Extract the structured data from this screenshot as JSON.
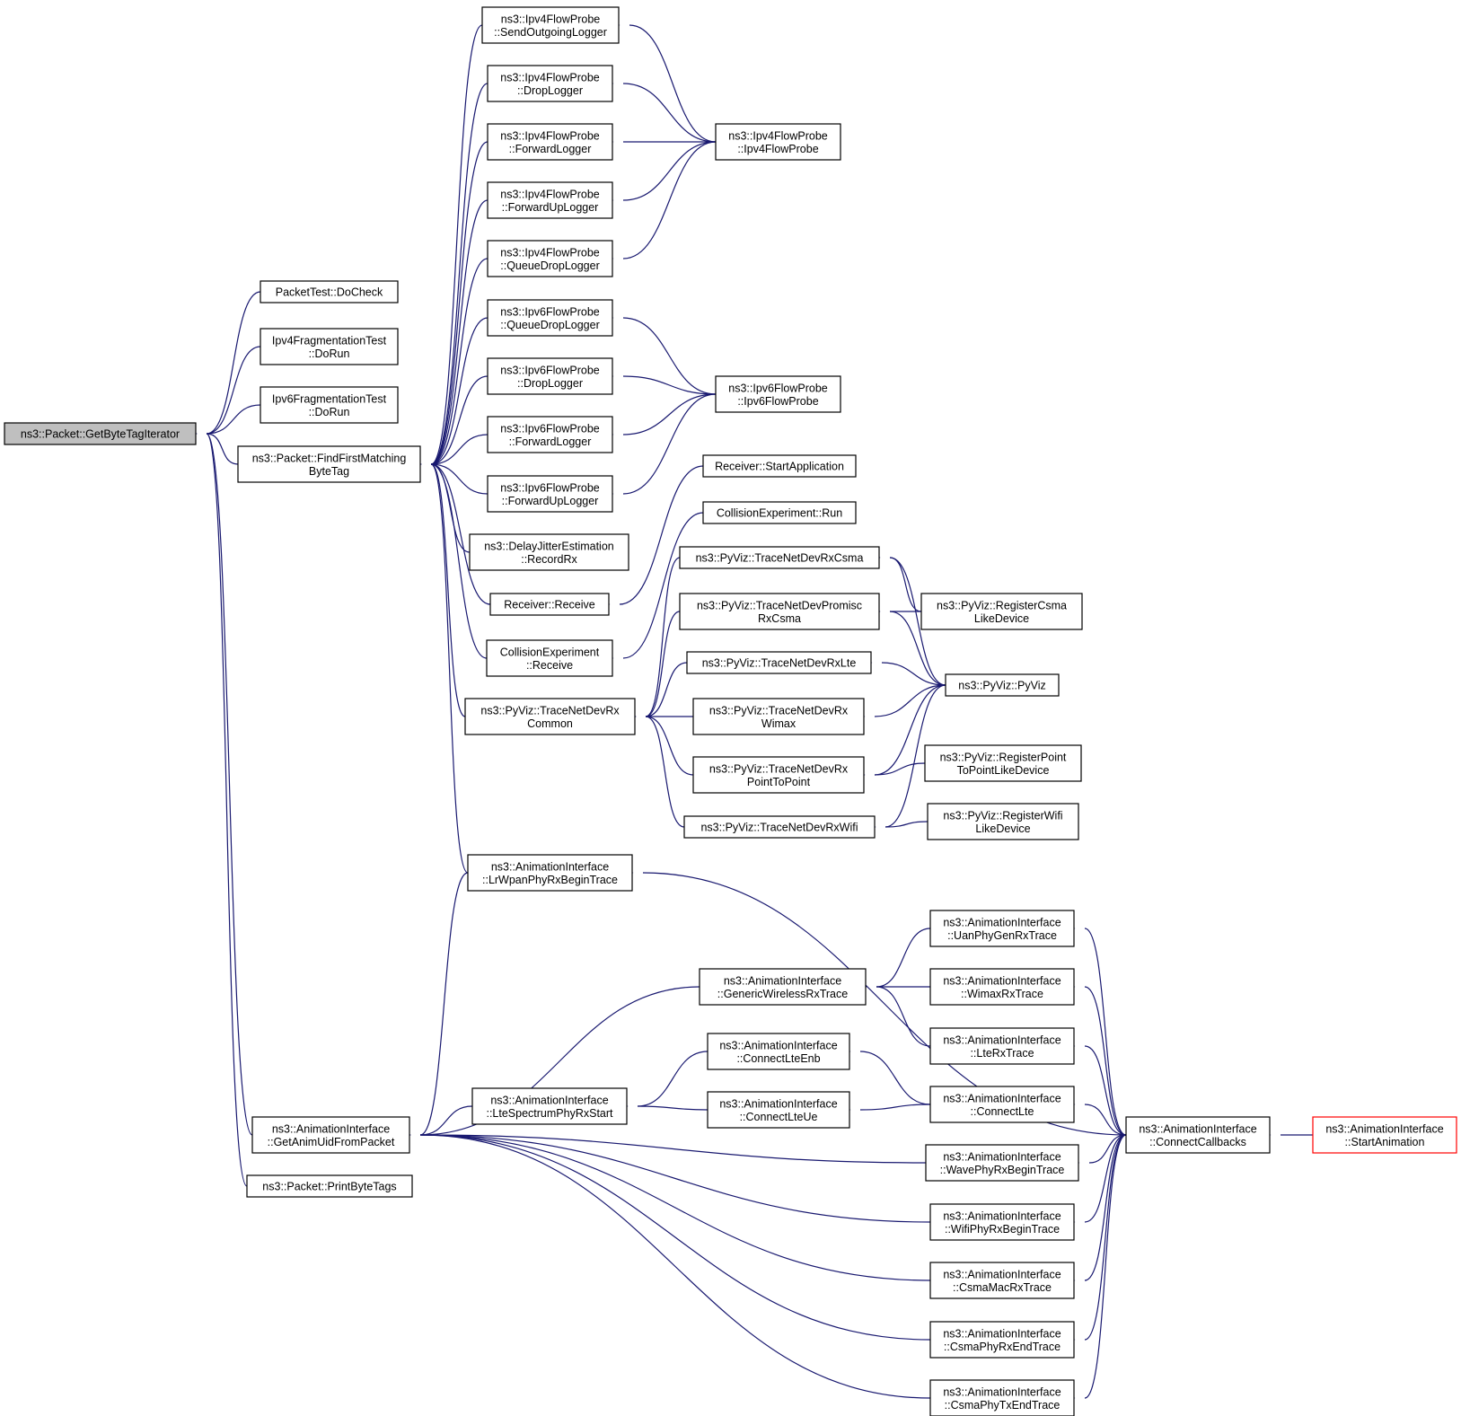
{
  "graph": {
    "nodes": [
      {
        "id": "root",
        "lines": [
          "ns3::Packet::GetByteTagIterator"
        ],
        "style": "root"
      },
      {
        "id": "pt_docheck",
        "lines": [
          "PacketTest::DoCheck"
        ]
      },
      {
        "id": "ipv4frag",
        "lines": [
          "Ipv4FragmentationTest",
          "::DoRun"
        ]
      },
      {
        "id": "ipv6frag",
        "lines": [
          "Ipv6FragmentationTest",
          "::DoRun"
        ]
      },
      {
        "id": "ffmbt",
        "lines": [
          "ns3::Packet::FindFirstMatching",
          "ByteTag"
        ]
      },
      {
        "id": "getanimuid",
        "lines": [
          "ns3::AnimationInterface",
          "::GetAnimUidFromPacket"
        ]
      },
      {
        "id": "printbytetags",
        "lines": [
          "ns3::Packet::PrintByteTags"
        ]
      },
      {
        "id": "v4_sendout",
        "lines": [
          "ns3::Ipv4FlowProbe",
          "::SendOutgoingLogger"
        ]
      },
      {
        "id": "v4_drop",
        "lines": [
          "ns3::Ipv4FlowProbe",
          "::DropLogger"
        ]
      },
      {
        "id": "v4_fwd",
        "lines": [
          "ns3::Ipv4FlowProbe",
          "::ForwardLogger"
        ]
      },
      {
        "id": "v4_fwdup",
        "lines": [
          "ns3::Ipv4FlowProbe",
          "::ForwardUpLogger"
        ]
      },
      {
        "id": "v4_qdrop",
        "lines": [
          "ns3::Ipv4FlowProbe",
          "::QueueDropLogger"
        ]
      },
      {
        "id": "v6_qdrop",
        "lines": [
          "ns3::Ipv6FlowProbe",
          "::QueueDropLogger"
        ]
      },
      {
        "id": "v6_drop",
        "lines": [
          "ns3::Ipv6FlowProbe",
          "::DropLogger"
        ]
      },
      {
        "id": "v6_fwd",
        "lines": [
          "ns3::Ipv6FlowProbe",
          "::ForwardLogger"
        ]
      },
      {
        "id": "v6_fwdup",
        "lines": [
          "ns3::Ipv6FlowProbe",
          "::ForwardUpLogger"
        ]
      },
      {
        "id": "delayjitter",
        "lines": [
          "ns3::DelayJitterEstimation",
          "::RecordRx"
        ]
      },
      {
        "id": "recv_receive",
        "lines": [
          "Receiver::Receive"
        ]
      },
      {
        "id": "coll_receive",
        "lines": [
          "CollisionExperiment",
          "::Receive"
        ]
      },
      {
        "id": "pyviz_common",
        "lines": [
          "ns3::PyViz::TraceNetDevRx",
          "Common"
        ]
      },
      {
        "id": "lrwpan",
        "lines": [
          "ns3::AnimationInterface",
          "::LrWpanPhyRxBeginTrace"
        ]
      },
      {
        "id": "ltespectrum",
        "lines": [
          "ns3::AnimationInterface",
          "::LteSpectrumPhyRxStart"
        ]
      },
      {
        "id": "v4_ctor",
        "lines": [
          "ns3::Ipv4FlowProbe",
          "::Ipv4FlowProbe"
        ]
      },
      {
        "id": "v6_ctor",
        "lines": [
          "ns3::Ipv6FlowProbe",
          "::Ipv6FlowProbe"
        ]
      },
      {
        "id": "recv_start",
        "lines": [
          "Receiver::StartApplication"
        ]
      },
      {
        "id": "coll_run",
        "lines": [
          "CollisionExperiment::Run"
        ]
      },
      {
        "id": "rx_csma",
        "lines": [
          "ns3::PyViz::TraceNetDevRxCsma"
        ]
      },
      {
        "id": "rx_promisc",
        "lines": [
          "ns3::PyViz::TraceNetDevPromisc",
          "RxCsma"
        ]
      },
      {
        "id": "rx_lte",
        "lines": [
          "ns3::PyViz::TraceNetDevRxLte"
        ]
      },
      {
        "id": "rx_wimax",
        "lines": [
          "ns3::PyViz::TraceNetDevRx",
          "Wimax"
        ]
      },
      {
        "id": "rx_p2p",
        "lines": [
          "ns3::PyViz::TraceNetDevRx",
          "PointToPoint"
        ]
      },
      {
        "id": "rx_wifi",
        "lines": [
          "ns3::PyViz::TraceNetDevRxWifi"
        ]
      },
      {
        "id": "reg_csma",
        "lines": [
          "ns3::PyViz::RegisterCsma",
          "LikeDevice"
        ]
      },
      {
        "id": "pyviz_ctor",
        "lines": [
          "ns3::PyViz::PyViz"
        ]
      },
      {
        "id": "reg_p2p",
        "lines": [
          "ns3::PyViz::RegisterPoint",
          "ToPointLikeDevice"
        ]
      },
      {
        "id": "reg_wifi",
        "lines": [
          "ns3::PyViz::RegisterWifi",
          "LikeDevice"
        ]
      },
      {
        "id": "genwireless",
        "lines": [
          "ns3::AnimationInterface",
          "::GenericWirelessRxTrace"
        ]
      },
      {
        "id": "connlteenb",
        "lines": [
          "ns3::AnimationInterface",
          "::ConnectLteEnb"
        ]
      },
      {
        "id": "connlteue",
        "lines": [
          "ns3::AnimationInterface",
          "::ConnectLteUe"
        ]
      },
      {
        "id": "uanphy",
        "lines": [
          "ns3::AnimationInterface",
          "::UanPhyGenRxTrace"
        ]
      },
      {
        "id": "wimaxrx",
        "lines": [
          "ns3::AnimationInterface",
          "::WimaxRxTrace"
        ]
      },
      {
        "id": "lterx",
        "lines": [
          "ns3::AnimationInterface",
          "::LteRxTrace"
        ]
      },
      {
        "id": "connlte",
        "lines": [
          "ns3::AnimationInterface",
          "::ConnectLte"
        ]
      },
      {
        "id": "wavephy",
        "lines": [
          "ns3::AnimationInterface",
          "::WavePhyRxBeginTrace"
        ]
      },
      {
        "id": "wifiphy",
        "lines": [
          "ns3::AnimationInterface",
          "::WifiPhyRxBeginTrace"
        ]
      },
      {
        "id": "csmamac",
        "lines": [
          "ns3::AnimationInterface",
          "::CsmaMacRxTrace"
        ]
      },
      {
        "id": "csmaphyrx",
        "lines": [
          "ns3::AnimationInterface",
          "::CsmaPhyRxEndTrace"
        ]
      },
      {
        "id": "csmaphytx",
        "lines": [
          "ns3::AnimationInterface",
          "::CsmaPhyTxEndTrace"
        ]
      },
      {
        "id": "conncallbacks",
        "lines": [
          "ns3::AnimationInterface",
          "::ConnectCallbacks"
        ]
      },
      {
        "id": "startanim",
        "lines": [
          "ns3::AnimationInterface",
          "::StartAnimation"
        ],
        "style": "red"
      }
    ],
    "edges": [
      {
        "from": "pt_docheck",
        "to": "root"
      },
      {
        "from": "ipv4frag",
        "to": "root"
      },
      {
        "from": "ipv6frag",
        "to": "root"
      },
      {
        "from": "ffmbt",
        "to": "root"
      },
      {
        "from": "getanimuid",
        "to": "root"
      },
      {
        "from": "printbytetags",
        "to": "root"
      },
      {
        "from": "v4_sendout",
        "to": "ffmbt"
      },
      {
        "from": "v4_drop",
        "to": "ffmbt"
      },
      {
        "from": "v4_fwd",
        "to": "ffmbt"
      },
      {
        "from": "v4_fwdup",
        "to": "ffmbt"
      },
      {
        "from": "v4_qdrop",
        "to": "ffmbt"
      },
      {
        "from": "v6_qdrop",
        "to": "ffmbt"
      },
      {
        "from": "v6_drop",
        "to": "ffmbt"
      },
      {
        "from": "v6_fwd",
        "to": "ffmbt"
      },
      {
        "from": "v6_fwdup",
        "to": "ffmbt"
      },
      {
        "from": "delayjitter",
        "to": "ffmbt"
      },
      {
        "from": "recv_receive",
        "to": "ffmbt"
      },
      {
        "from": "coll_receive",
        "to": "ffmbt"
      },
      {
        "from": "pyviz_common",
        "to": "ffmbt"
      },
      {
        "from": "lrwpan",
        "to": "ffmbt"
      },
      {
        "from": "v4_ctor",
        "to": "v4_sendout"
      },
      {
        "from": "v4_ctor",
        "to": "v4_drop"
      },
      {
        "from": "v4_ctor",
        "to": "v4_fwd"
      },
      {
        "from": "v4_ctor",
        "to": "v4_fwdup"
      },
      {
        "from": "v4_ctor",
        "to": "v4_qdrop"
      },
      {
        "from": "v6_ctor",
        "to": "v6_qdrop"
      },
      {
        "from": "v6_ctor",
        "to": "v6_drop"
      },
      {
        "from": "v6_ctor",
        "to": "v6_fwd"
      },
      {
        "from": "v6_ctor",
        "to": "v6_fwdup"
      },
      {
        "from": "recv_start",
        "to": "recv_receive"
      },
      {
        "from": "coll_run",
        "to": "coll_receive"
      },
      {
        "from": "rx_csma",
        "to": "pyviz_common"
      },
      {
        "from": "rx_promisc",
        "to": "pyviz_common"
      },
      {
        "from": "rx_lte",
        "to": "pyviz_common"
      },
      {
        "from": "rx_wimax",
        "to": "pyviz_common"
      },
      {
        "from": "rx_p2p",
        "to": "pyviz_common"
      },
      {
        "from": "rx_wifi",
        "to": "pyviz_common"
      },
      {
        "from": "reg_csma",
        "to": "rx_csma"
      },
      {
        "from": "reg_csma",
        "to": "rx_promisc"
      },
      {
        "from": "pyviz_ctor",
        "to": "rx_csma"
      },
      {
        "from": "pyviz_ctor",
        "to": "rx_promisc"
      },
      {
        "from": "pyviz_ctor",
        "to": "rx_lte"
      },
      {
        "from": "pyviz_ctor",
        "to": "rx_wimax"
      },
      {
        "from": "pyviz_ctor",
        "to": "rx_p2p"
      },
      {
        "from": "pyviz_ctor",
        "to": "rx_wifi"
      },
      {
        "from": "reg_p2p",
        "to": "rx_p2p"
      },
      {
        "from": "reg_wifi",
        "to": "rx_wifi"
      },
      {
        "from": "lrwpan",
        "to": "getanimuid"
      },
      {
        "from": "genwireless",
        "to": "getanimuid"
      },
      {
        "from": "ltespectrum",
        "to": "getanimuid"
      },
      {
        "from": "wavephy",
        "to": "getanimuid"
      },
      {
        "from": "wifiphy",
        "to": "getanimuid"
      },
      {
        "from": "csmamac",
        "to": "getanimuid"
      },
      {
        "from": "csmaphyrx",
        "to": "getanimuid"
      },
      {
        "from": "csmaphytx",
        "to": "getanimuid"
      },
      {
        "from": "connlteenb",
        "to": "ltespectrum"
      },
      {
        "from": "connlteue",
        "to": "ltespectrum"
      },
      {
        "from": "uanphy",
        "to": "genwireless"
      },
      {
        "from": "wimaxrx",
        "to": "genwireless"
      },
      {
        "from": "lterx",
        "to": "genwireless"
      },
      {
        "from": "connlte",
        "to": "connlteenb"
      },
      {
        "from": "connlte",
        "to": "connlteue"
      },
      {
        "from": "conncallbacks",
        "to": "lrwpan"
      },
      {
        "from": "conncallbacks",
        "to": "uanphy"
      },
      {
        "from": "conncallbacks",
        "to": "wimaxrx"
      },
      {
        "from": "conncallbacks",
        "to": "lterx"
      },
      {
        "from": "conncallbacks",
        "to": "connlte"
      },
      {
        "from": "conncallbacks",
        "to": "wavephy"
      },
      {
        "from": "conncallbacks",
        "to": "wifiphy"
      },
      {
        "from": "conncallbacks",
        "to": "csmamac"
      },
      {
        "from": "conncallbacks",
        "to": "csmaphyrx"
      },
      {
        "from": "conncallbacks",
        "to": "csmaphytx"
      },
      {
        "from": "startanim",
        "to": "conncallbacks"
      }
    ],
    "colors": {
      "edge": "#191970",
      "root_fill": "#bfbfbf",
      "node_border": "#000000",
      "highlight_border": "#ff0000"
    }
  }
}
